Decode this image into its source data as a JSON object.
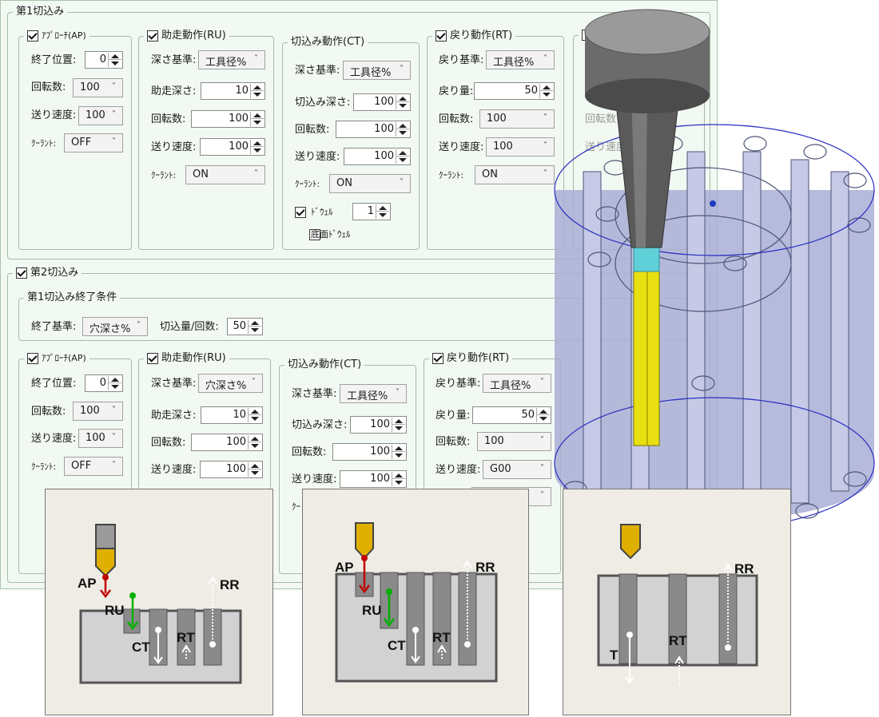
{
  "colors": {
    "panel_bg": "#f2f9f2",
    "tool_yellow": "#e8e010",
    "tool_cyan": "#5fd0d8",
    "approach_red": "#c00000",
    "runup_green": "#00b000"
  },
  "icons": [
    "checkbox-checked-icon",
    "checkbox-unchecked-icon",
    "spin-updown-icon",
    "chevron-down-icon",
    "drill-tool-icon"
  ],
  "first_cut": {
    "title": "第1切込み",
    "ap": {
      "title": "ｱﾌﾟﾛｰﾁ(AP)",
      "end_label": "終了位置:",
      "end_value": "0",
      "rpm_label": "回転数:",
      "rpm_value": "100",
      "feed_label": "送り速度:",
      "feed_value": "100",
      "coolant_label": "ｸｰﾗﾝﾄ:",
      "coolant_value": "OFF"
    },
    "ru": {
      "title": "助走動作(RU)",
      "depth_ref_label": "深さ基準:",
      "depth_ref_value": "工具径%",
      "runup_label": "助走深さ:",
      "runup_value": "10",
      "rpm_label": "回転数:",
      "rpm_value": "100",
      "feed_label": "送り速度:",
      "feed_value": "100",
      "coolant_label": "ｸｰﾗﾝﾄ:",
      "coolant_value": "ON"
    },
    "ct": {
      "title": "切込み動作(CT)",
      "depth_ref_label": "深さ基準:",
      "depth_ref_value": "工具径%",
      "cut_depth_label": "切込み深さ:",
      "cut_depth_value": "100",
      "rpm_label": "回転数:",
      "rpm_value": "100",
      "feed_label": "送り速度:",
      "feed_value": "100",
      "coolant_label": "ｸｰﾗﾝﾄ:",
      "coolant_value": "ON",
      "dwell_label": "ﾄﾞｳｪﾙ",
      "dwell_value": "1",
      "bottom_dwell_label": "底面ﾄﾞｳｪﾙ"
    },
    "rt": {
      "title": "戻り動作(RT)",
      "ret_ref_label": "戻り基準:",
      "ret_ref_value": "工具径%",
      "ret_amount_label": "戻り量:",
      "ret_amount_value": "50",
      "rpm_label": "回転数:",
      "rpm_value": "100",
      "feed_label": "送り速度:",
      "feed_value": "100",
      "coolant_label": "ｸｰﾗﾝﾄ:",
      "coolant_value": "ON"
    },
    "partial": {
      "rpm_label": "回転数",
      "feed_label": "送り速度"
    }
  },
  "second_cut": {
    "title": "第2切込み",
    "end_cond": {
      "title": "第1切込み終了条件",
      "ref_label": "終了基準:",
      "ref_value": "穴深さ%",
      "amount_label": "切込量/回数:",
      "amount_value": "50"
    },
    "ap": {
      "title": "ｱﾌﾟﾛｰﾁ(AP)",
      "end_label": "終了位置:",
      "end_value": "0",
      "rpm_label": "回転数:",
      "rpm_value": "100",
      "feed_label": "送り速度:",
      "feed_value": "100",
      "coolant_label": "ｸｰﾗﾝﾄ:",
      "coolant_value": "OFF"
    },
    "ru": {
      "title": "助走動作(RU)",
      "depth_ref_label": "深さ基準:",
      "depth_ref_value": "穴深さ%",
      "runup_label": "助走深さ:",
      "runup_value": "10",
      "rpm_label": "回転数:",
      "rpm_value": "100",
      "feed_label": "送り速度:",
      "feed_value": "100"
    },
    "ct": {
      "title": "切込み動作(CT)",
      "depth_ref_label": "深さ基準:",
      "depth_ref_value": "工具径%",
      "cut_depth_label": "切込み深さ:",
      "cut_depth_value": "100",
      "rpm_label": "回転数:",
      "rpm_value": "100",
      "feed_label": "送り速度:",
      "feed_value": "100",
      "coolant_partial": "ｸｰ"
    },
    "rt": {
      "title": "戻り動作(RT)",
      "ret_ref_label": "戻り基準:",
      "ret_ref_value": "工具径%",
      "ret_amount_label": "戻り量:",
      "ret_amount_value": "50",
      "rpm_label": "回転数:",
      "rpm_value": "100",
      "feed_label": "送り速度:",
      "feed_value": "G00"
    }
  },
  "diagrams": {
    "d1": {
      "ap": "AP",
      "ru": "RU",
      "ct": "CT",
      "rt": "RT",
      "rr": "RR"
    },
    "d2": {
      "ap": "AP",
      "ru": "RU",
      "ct": "CT",
      "rt": "RT",
      "rr": "RR"
    },
    "d3": {
      "t": "T",
      "rt": "RT",
      "rr": "RR"
    }
  }
}
